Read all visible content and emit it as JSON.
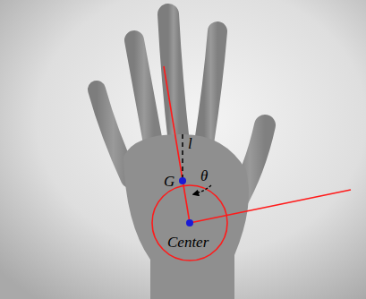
{
  "diagram": {
    "labels": [
      "l",
      "G",
      "θ",
      "Center"
    ]
  }
}
